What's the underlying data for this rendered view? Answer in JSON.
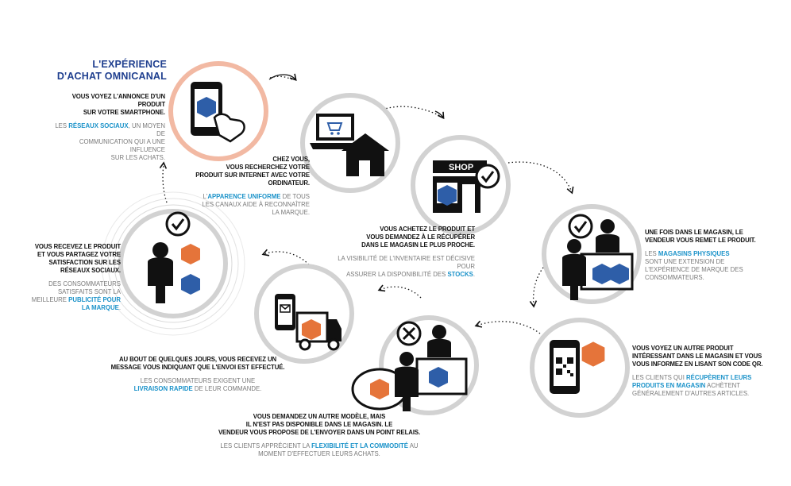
{
  "title": {
    "line1": "L'EXPÉRIENCE",
    "line2": "D'ACHAT OMNICANAL"
  },
  "colors": {
    "title": "#1f3f8f",
    "highlight": "#1a92c9",
    "box_orange": "#e5743a",
    "box_blue": "#2e5ea8",
    "circle_grey": "#d2d2d2",
    "circle_accent": "#f2b9a3"
  },
  "steps": [
    {
      "main": [
        "VOUS VOYEZ L'ANNONCE D'UN PRODUIT",
        "SUR VOTRE SMARTPHONE."
      ],
      "sub": [
        "LES ",
        "RÉSEAUX SOCIAUX",
        ", UN MOYEN DE",
        "COMMUNICATION QUI A UNE INFLUENCE",
        "SUR LES ACHATS."
      ]
    },
    {
      "main": [
        "CHEZ VOUS,",
        "VOUS RECHERCHEZ VOTRE",
        "PRODUIT SUR INTERNET AVEC VOTRE",
        "ORDINATEUR."
      ],
      "sub": [
        "L'",
        "APPARENCE UNIFORME",
        " DE TOUS",
        "LES CANAUX AIDE À RECONNAÎTRE",
        "LA MARQUE."
      ]
    },
    {
      "main": [
        "VOUS ACHETEZ LE PRODUIT ET",
        "VOUS DEMANDEZ À LE RÉCUPÉRER",
        "DANS LE MAGASIN LE PLUS PROCHE."
      ],
      "sub": [
        "LA VISIBILITÉ DE L'INVENTAIRE EST DÉCISIVE POUR",
        "ASSURER LA DISPONIBILITÉ DES ",
        "STOCKS",
        "."
      ]
    },
    {
      "main": [
        "UNE FOIS DANS LE MAGASIN, LE",
        "VENDEUR VOUS REMET LE PRODUIT."
      ],
      "sub": [
        "LES ",
        "MAGASINS PHYSIQUES",
        "SONT UNE EXTENSION DE",
        "L'EXPÉRIENCE DE MARQUE DES",
        "CONSOMMATEURS."
      ]
    },
    {
      "main": [
        "VOUS VOYEZ UN AUTRE PRODUIT",
        "INTÉRESSANT DANS LE MAGASIN ET VOUS",
        "VOUS INFORMEZ EN LISANT SON CODE QR."
      ],
      "sub": [
        "LES CLIENTS QUI ",
        "RÉCUPÈRENT LEURS",
        "PRODUITS EN MAGASIN",
        " ACHÈTENT",
        "GÉNÉRALEMENT D'AUTRES ARTICLES."
      ]
    },
    {
      "main": [
        "VOUS DEMANDEZ UN AUTRE MODÈLE, MAIS",
        "IL N'EST PAS DISPONIBLE DANS LE MAGASIN. LE",
        "VENDEUR VOUS PROPOSE DE L'ENVOYER DANS UN POINT RELAIS."
      ],
      "sub": [
        "LES CLIENTS APPRÉCIENT LA ",
        "FLEXIBILITÉ ET LA COMMODITÉ",
        " AU",
        "MOMENT D'EFFECTUER LEURS ACHATS."
      ]
    },
    {
      "main": [
        "AU BOUT DE QUELQUES JOURS, VOUS RECEVEZ UN",
        "MESSAGE VOUS INDIQUANT QUE L'ENVOI EST EFFECTUÉ."
      ],
      "sub": [
        "LES CONSOMMATEURS EXIGENT UNE",
        "LIVRAISON RAPIDE",
        " DE LEUR COMMANDE."
      ]
    },
    {
      "main": [
        "VOUS RECEVEZ LE PRODUIT",
        "ET VOUS PARTAGEZ VOTRE",
        "SATISFACTION SUR LES",
        "RÉSEAUX SOCIAUX."
      ],
      "sub": [
        "DES CONSOMMATEURS",
        "SATISFAITS SONT LA",
        "MEILLEURE ",
        "PUBLICITÉ POUR",
        "LA MARQUE",
        "."
      ]
    }
  ],
  "icons": {
    "shop_sign": "SHOP",
    "names": [
      "smartphone-ad-icon",
      "laptop-home-icon",
      "shop-icon",
      "store-pickup-icon",
      "qr-scan-icon",
      "out-of-stock-icon",
      "delivery-truck-icon",
      "customer-received-icon"
    ]
  }
}
